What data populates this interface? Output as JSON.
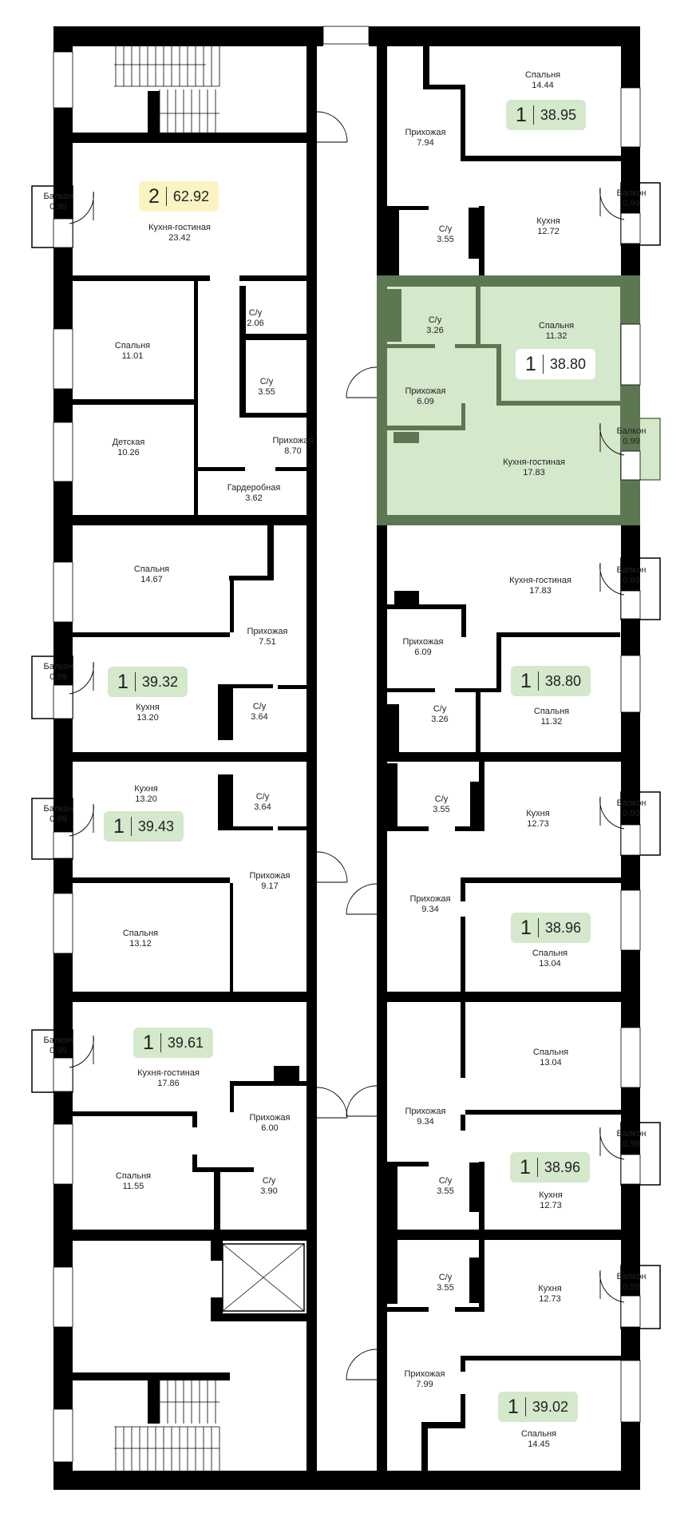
{
  "colors": {
    "wall": "#000000",
    "highlight_fill": "#d4e8cc",
    "highlight_wall": "#5c7752",
    "badge_green": "#d4e8cc",
    "badge_yellow": "#fbf3c2",
    "badge_white": "#ffffff"
  },
  "rooms": [
    {
      "name": "Спальня",
      "area": "14.44"
    },
    {
      "name": "Прихожая",
      "area": "7.94"
    },
    {
      "name": "Балкон",
      "area": "0.99"
    },
    {
      "name": "Кухня-гостиная",
      "area": "23.42"
    },
    {
      "name": "Балкон",
      "area": "0.99"
    },
    {
      "name": "Кухня",
      "area": "12.72"
    },
    {
      "name": "С/у",
      "area": "3.55"
    },
    {
      "name": "С/у",
      "area": "2.06"
    },
    {
      "name": "Спальня",
      "area": "11.01"
    },
    {
      "name": "С/у",
      "area": "3.26"
    },
    {
      "name": "Спальня",
      "area": "11.32"
    },
    {
      "name": "С/у",
      "area": "3.55"
    },
    {
      "name": "Прихожая",
      "area": "6.09"
    },
    {
      "name": "Балкон",
      "area": "0.99"
    },
    {
      "name": "Детская",
      "area": "10.26"
    },
    {
      "name": "Прихожая",
      "area": "8.70"
    },
    {
      "name": "Кухня-гостиная",
      "area": "17.83"
    },
    {
      "name": "Гардеробная",
      "area": "3.62"
    },
    {
      "name": "Спальня",
      "area": "14.67"
    },
    {
      "name": "Балкон",
      "area": "0.99"
    },
    {
      "name": "Кухня-гостиная",
      "area": "17.83"
    },
    {
      "name": "Прихожая",
      "area": "7.51"
    },
    {
      "name": "Прихожая",
      "area": "6.09"
    },
    {
      "name": "Балкон",
      "area": "0.99"
    },
    {
      "name": "Кухня",
      "area": "13.20"
    },
    {
      "name": "С/у",
      "area": "3.64"
    },
    {
      "name": "С/у",
      "area": "3.26"
    },
    {
      "name": "Спальня",
      "area": "11.32"
    },
    {
      "name": "Кухня",
      "area": "13.20"
    },
    {
      "name": "С/у",
      "area": "3.64"
    },
    {
      "name": "С/у",
      "area": "3.55"
    },
    {
      "name": "Балкон",
      "area": "0.99"
    },
    {
      "name": "Балкон",
      "area": "0.99"
    },
    {
      "name": "Кухня",
      "area": "12.73"
    },
    {
      "name": "Прихожая",
      "area": "9.17"
    },
    {
      "name": "Прихожая",
      "area": "9.34"
    },
    {
      "name": "Спальня",
      "area": "13.12"
    },
    {
      "name": "Спальня",
      "area": "13.04"
    },
    {
      "name": "Балкон",
      "area": "0.99"
    },
    {
      "name": "Спальня",
      "area": "13.04"
    },
    {
      "name": "Кухня-гостиная",
      "area": "17.86"
    },
    {
      "name": "Прихожая",
      "area": "9.34"
    },
    {
      "name": "Прихожая",
      "area": "6.00"
    },
    {
      "name": "Балкон",
      "area": "0.99"
    },
    {
      "name": "Спальня",
      "area": "11.55"
    },
    {
      "name": "С/у",
      "area": "3.90"
    },
    {
      "name": "С/у",
      "area": "3.55"
    },
    {
      "name": "Кухня",
      "area": "12.73"
    },
    {
      "name": "С/у",
      "area": "3.55"
    },
    {
      "name": "Балкон",
      "area": "0.99"
    },
    {
      "name": "Кухня",
      "area": "12.73"
    },
    {
      "name": "Прихожая",
      "area": "7.99"
    },
    {
      "name": "Спальня",
      "area": "14.45"
    }
  ],
  "badges": [
    {
      "rooms": "1",
      "area": "38.95",
      "style": "green"
    },
    {
      "rooms": "2",
      "area": "62.92",
      "style": "yellow"
    },
    {
      "rooms": "1",
      "area": "38.80",
      "style": "white"
    },
    {
      "rooms": "1",
      "area": "39.32",
      "style": "green"
    },
    {
      "rooms": "1",
      "area": "38.80",
      "style": "green"
    },
    {
      "rooms": "1",
      "area": "39.43",
      "style": "green"
    },
    {
      "rooms": "1",
      "area": "38.96",
      "style": "green"
    },
    {
      "rooms": "1",
      "area": "39.61",
      "style": "green"
    },
    {
      "rooms": "1",
      "area": "38.96",
      "style": "green"
    },
    {
      "rooms": "1",
      "area": "39.02",
      "style": "green"
    }
  ]
}
